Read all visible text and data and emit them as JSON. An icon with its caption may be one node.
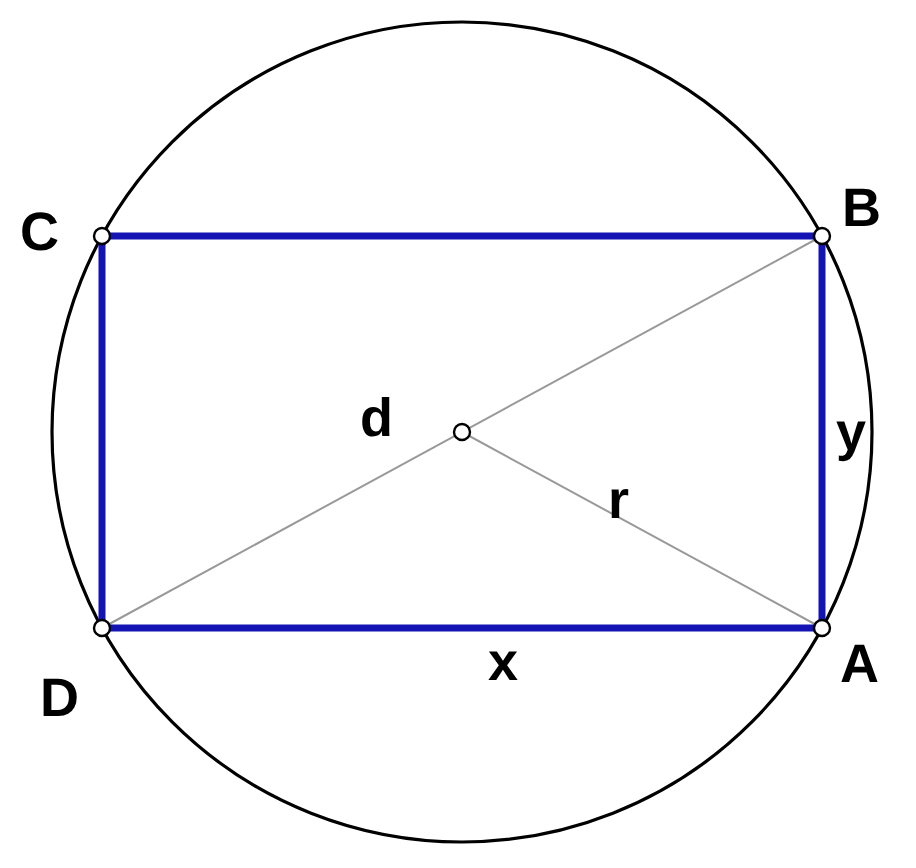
{
  "diagram": {
    "labels": [
      "C",
      "B",
      "d",
      "y",
      "r",
      "D",
      "x",
      "A"
    ]
  }
}
